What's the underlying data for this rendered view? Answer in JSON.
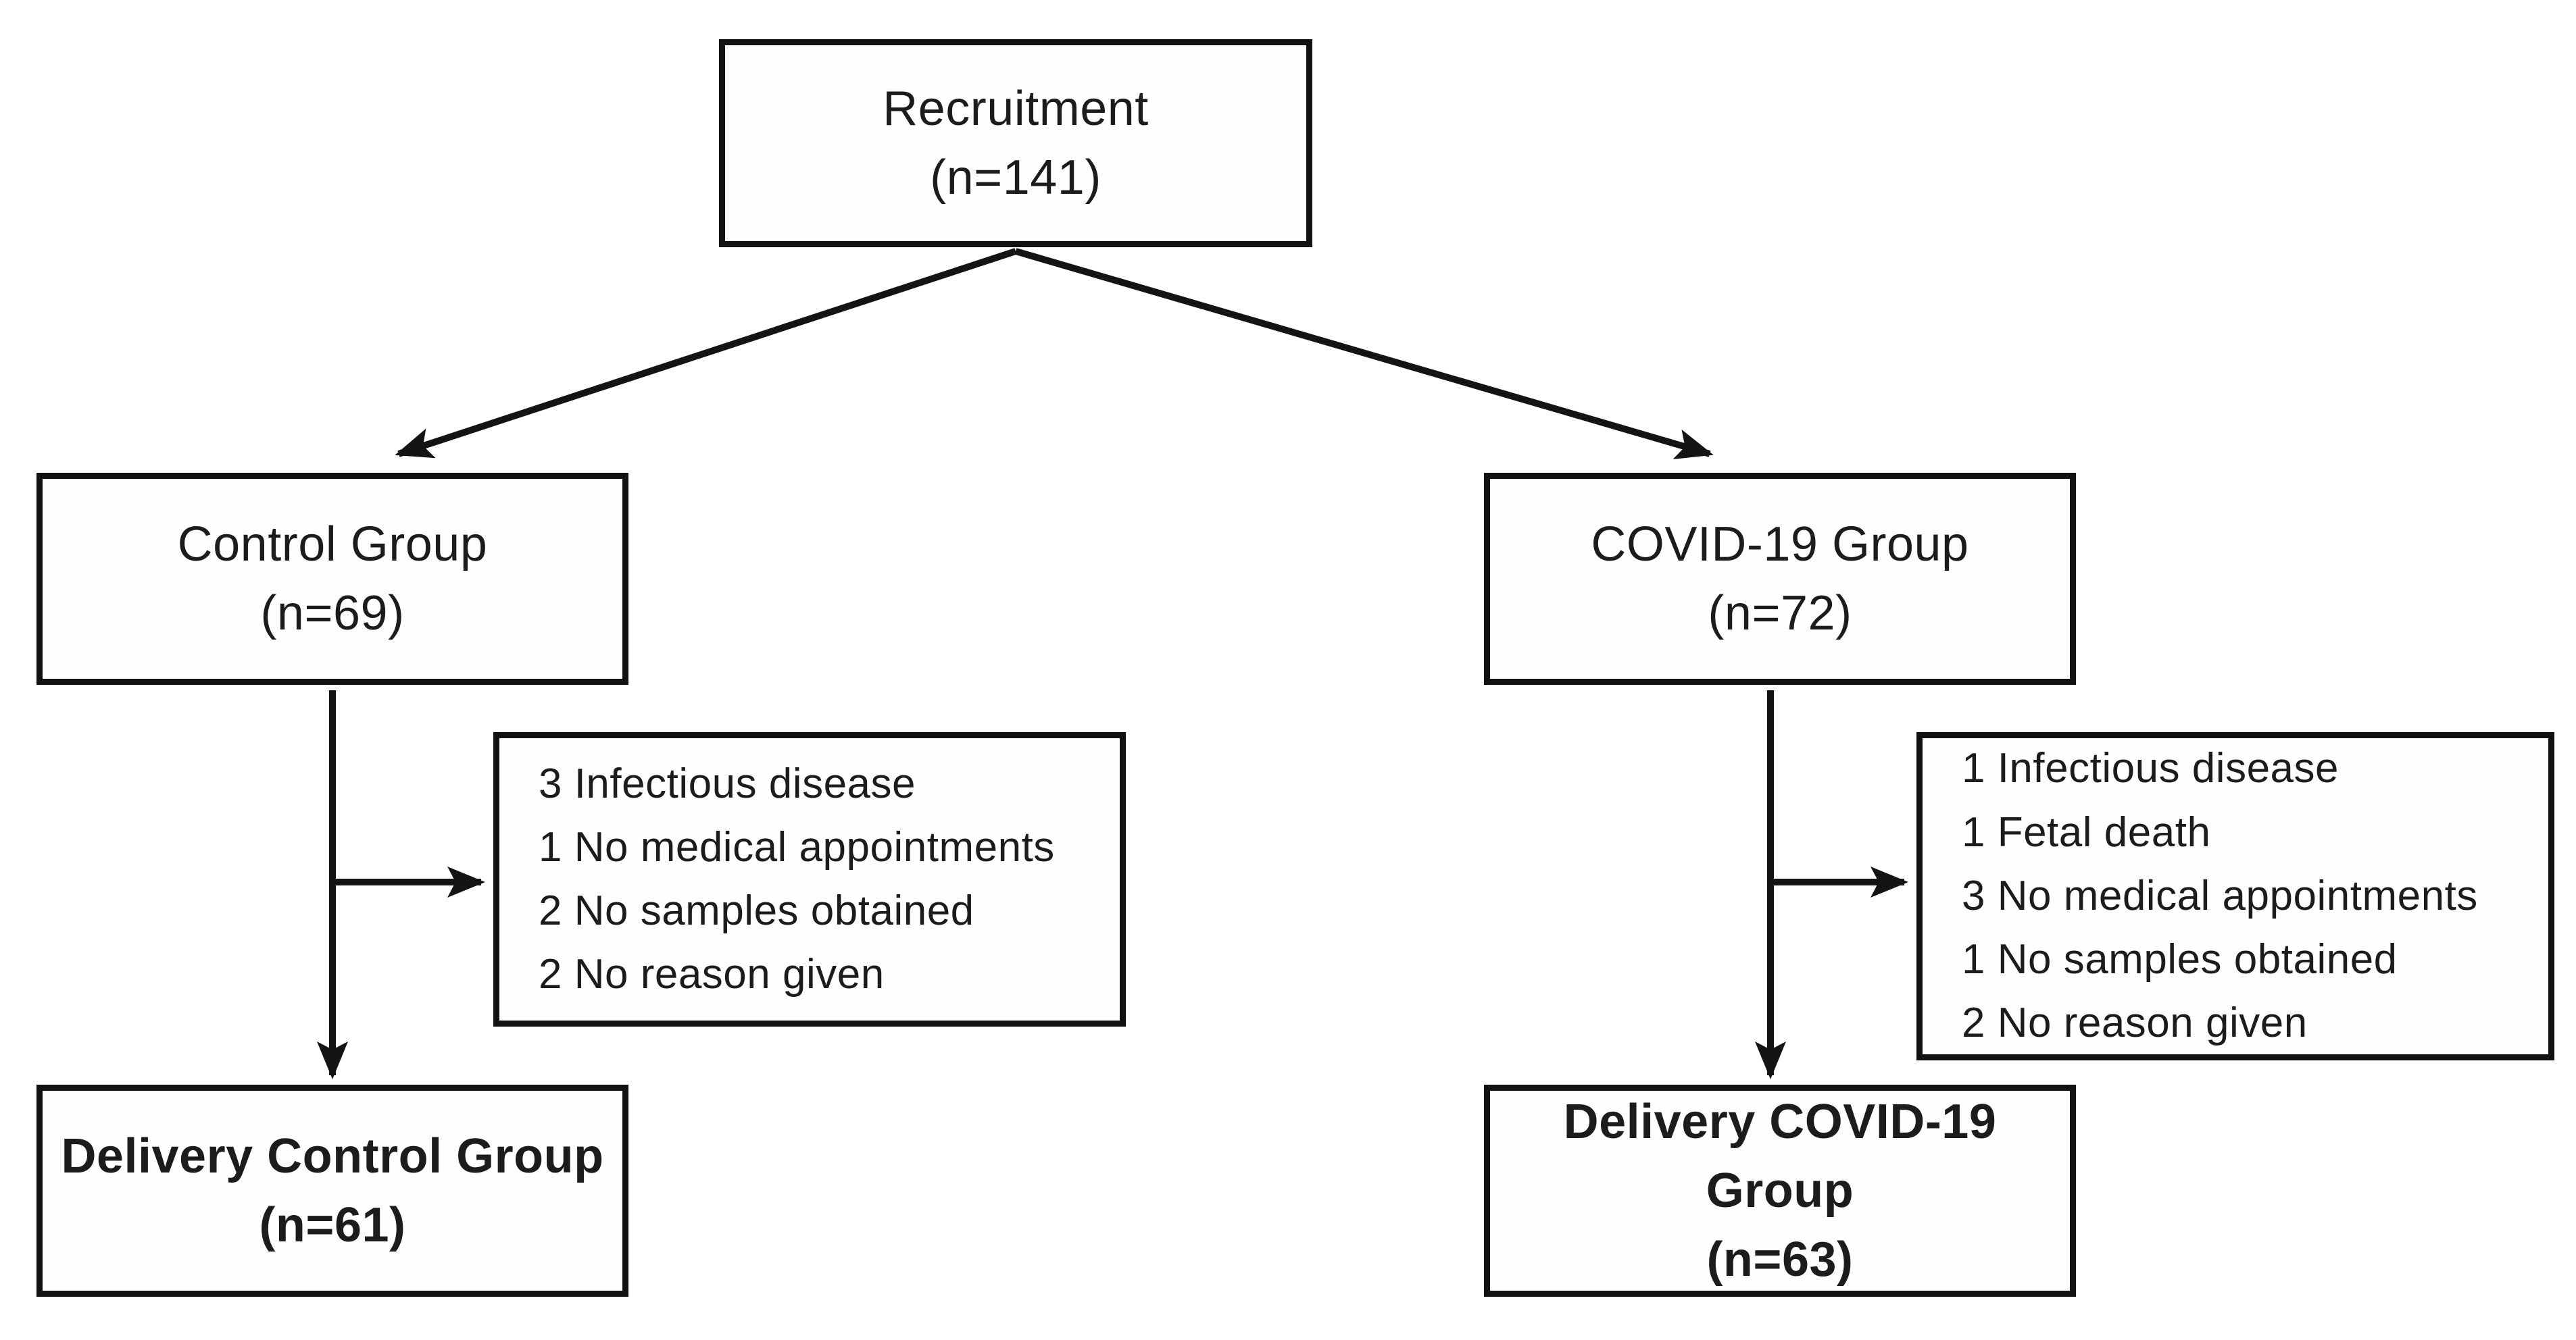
{
  "colors": {
    "background": "#ffffff",
    "box_border": "#121212",
    "text": "#1c1c1c",
    "arrow": "#141414"
  },
  "nodes": {
    "recruitment": {
      "name": "Recruitment",
      "count": "(n=141)"
    },
    "control_group": {
      "name": "Control Group",
      "count": "(n=69)"
    },
    "covid_group": {
      "name": "COVID-19 Group",
      "count": "(n=72)"
    },
    "control_exclusions": [
      "3 Infectious disease",
      "1 No medical appointments",
      "2 No samples obtained",
      "2 No reason given"
    ],
    "covid_exclusions": [
      "1 Infectious disease",
      "1 Fetal death",
      "3 No medical appointments",
      "1 No samples obtained",
      "2 No reason given"
    ],
    "delivery_control_group": {
      "name": "Delivery Control Group",
      "count": "(n=61)"
    },
    "delivery_covid_group": {
      "name": "Delivery COVID-19 Group",
      "count": "(n=63)"
    }
  }
}
